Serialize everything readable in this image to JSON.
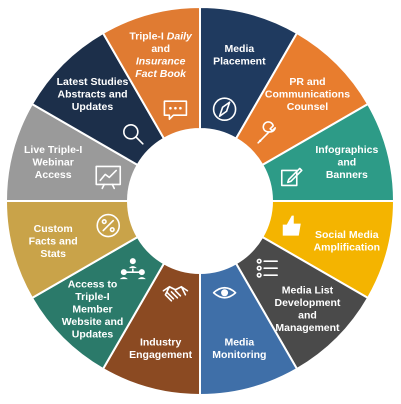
{
  "diagram": {
    "segments": [
      {
        "id": "media-placement",
        "lines": [
          {
            "text": "Media"
          },
          {
            "text": "Placement"
          }
        ],
        "color": "#1f3a5f",
        "icon": "compass-icon"
      },
      {
        "id": "pr-counsel",
        "lines": [
          {
            "text": "PR and"
          },
          {
            "text": "Communications"
          },
          {
            "text": "Counsel"
          }
        ],
        "color": "#e87d2e",
        "icon": "wrench-icon"
      },
      {
        "id": "infographics",
        "lines": [
          {
            "text": "Infographics"
          },
          {
            "text": "and"
          },
          {
            "text": "Banners"
          }
        ],
        "color": "#2d9b87",
        "icon": "edit-icon"
      },
      {
        "id": "social-media",
        "lines": [
          {
            "text": "Social Media"
          },
          {
            "text": "Amplification"
          }
        ],
        "color": "#f4b400",
        "icon": "thumbs-up-icon"
      },
      {
        "id": "media-list",
        "lines": [
          {
            "text": "Media List"
          },
          {
            "text": "Development"
          },
          {
            "text": "and"
          },
          {
            "text": "Management"
          }
        ],
        "color": "#4a4a4a",
        "icon": "list-icon"
      },
      {
        "id": "media-monitoring",
        "lines": [
          {
            "text": "Media"
          },
          {
            "text": "Monitoring"
          }
        ],
        "color": "#3f6fa8",
        "icon": "eye-icon"
      },
      {
        "id": "industry-engagement",
        "lines": [
          {
            "text": "Industry"
          },
          {
            "text": "Engagement"
          }
        ],
        "color": "#8b4a22",
        "icon": "handshake-icon"
      },
      {
        "id": "member-website",
        "lines": [
          {
            "text": "Access to"
          },
          {
            "text": "Triple-I"
          },
          {
            "text": "Member"
          },
          {
            "text": "Website and"
          },
          {
            "text": "Updates"
          }
        ],
        "color": "#2b7a6a",
        "icon": "people-network-icon"
      },
      {
        "id": "custom-facts",
        "lines": [
          {
            "text": "Custom"
          },
          {
            "text": "Facts and"
          },
          {
            "text": "Stats"
          }
        ],
        "color": "#c9a349",
        "icon": "percent-icon"
      },
      {
        "id": "webinar",
        "lines": [
          {
            "text": "Live Triple-I"
          },
          {
            "text": "Webinar"
          },
          {
            "text": "Access"
          }
        ],
        "color": "#9a9a9a",
        "icon": "chart-presentation-icon"
      },
      {
        "id": "latest-studies",
        "lines": [
          {
            "text": "Latest Studies"
          },
          {
            "text": "Abstracts and"
          },
          {
            "text": "Updates"
          }
        ],
        "color": "#1c2f4a",
        "icon": "magnifier-icon"
      },
      {
        "id": "daily-factbook",
        "lines": [
          {
            "text": "Triple-I ",
            "italic": "Daily"
          },
          {
            "text": "and"
          },
          {
            "text": "",
            "italic": "Insurance"
          },
          {
            "text": "",
            "italic": "Fact Book"
          }
        ],
        "color": "#e07b32",
        "icon": "speech-bubble-icon"
      }
    ]
  }
}
